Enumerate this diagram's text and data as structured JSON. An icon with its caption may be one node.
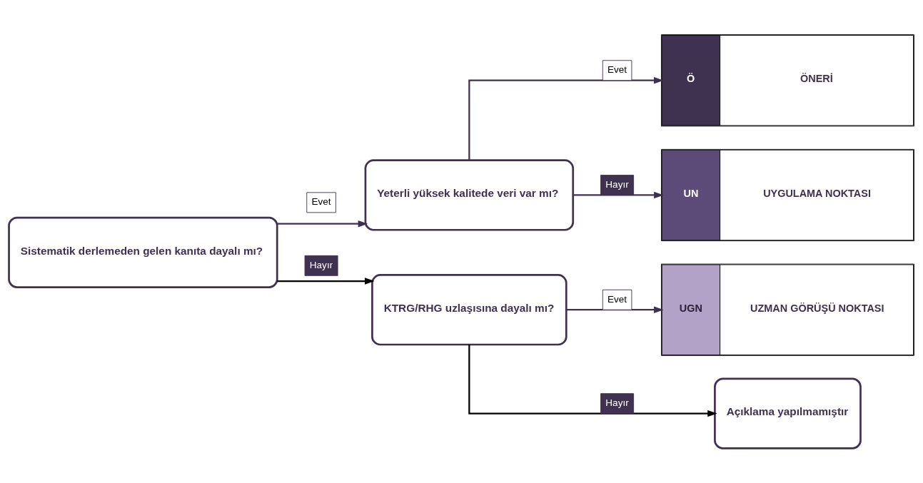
{
  "diagram": {
    "nodes": [
      {
        "text": [
          "Sistematik derlemeden gelen kanıta dayalı mı?"
        ]
      },
      {
        "text": [
          "Yeterli yüksek kalitede veri var mı?"
        ]
      },
      {
        "text": [
          "Ö",
          "ÖNERİ"
        ]
      },
      {
        "text": [
          "UN",
          "UYGULAMA NOKTASI"
        ]
      },
      {
        "text": [
          "KTRG/RHG uzlaşısına dayalı mı?"
        ]
      },
      {
        "text": [
          "UGN",
          "UZMAN GÖRÜŞÜ NOKTASI"
        ]
      },
      {
        "text": [
          "Açıklama yapılmamıştır"
        ]
      }
    ],
    "edges": [
      {
        "from": 0,
        "to": 1,
        "arrow": "to",
        "label": "Evet"
      },
      {
        "from": 1,
        "to": 2,
        "arrow": "to",
        "label": "Evet"
      },
      {
        "from": 1,
        "to": 3,
        "arrow": "to",
        "label": "Hayır"
      },
      {
        "from": 0,
        "to": 4,
        "arrow": "to",
        "label": "Hayır",
        "color": "#000000"
      },
      {
        "from": 4,
        "to": 5,
        "arrow": "to",
        "label": "Evet"
      },
      {
        "from": 4,
        "to": 6,
        "arrow": "to",
        "label": "Hayır",
        "color": "#000000"
      }
    ]
  }
}
